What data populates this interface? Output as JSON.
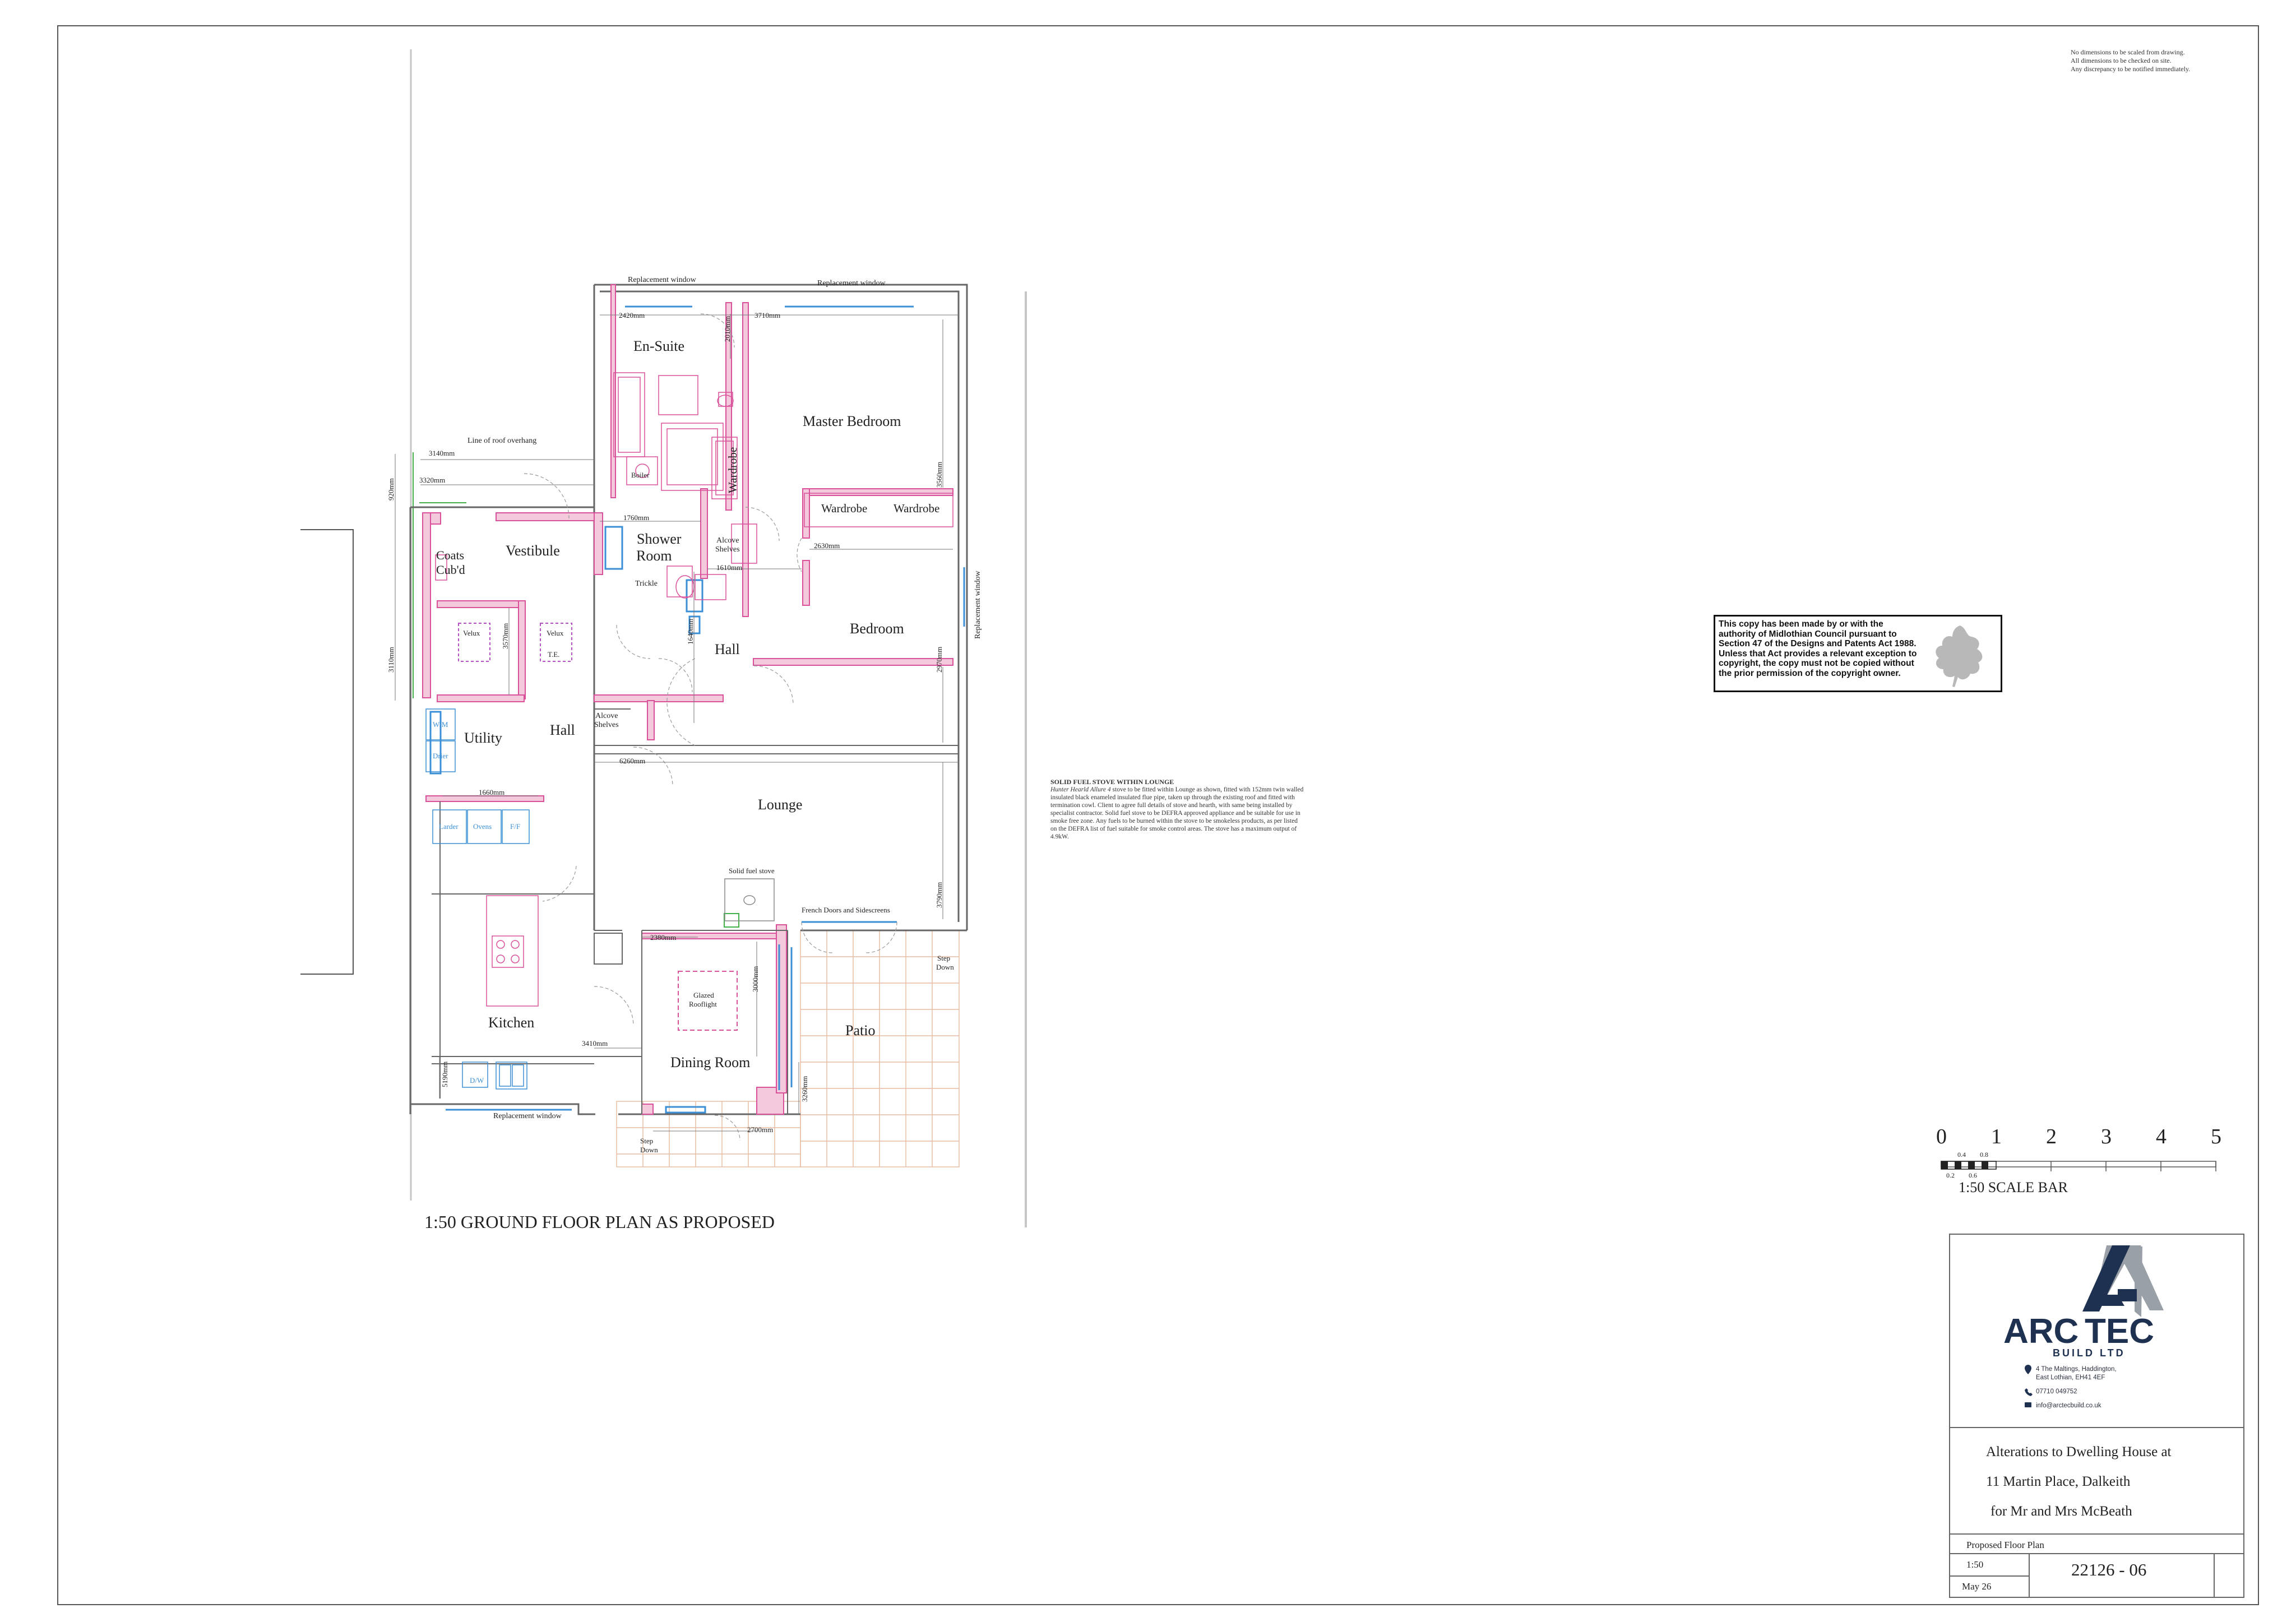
{
  "notes": [
    "No dimensions to be scaled from drawing.",
    "All dimensions to be checked on site.",
    "Any discrepancy to be notified immediately."
  ],
  "plan_title": "1:50 GROUND FLOOR PLAN AS PROPOSED",
  "rooms": {
    "en_suite": "En-Suite",
    "master_bedroom": "Master Bedroom",
    "wardrobe_v": "Wardrobe",
    "wardrobe_1": "Wardrobe",
    "wardrobe_2": "Wardrobe",
    "boiler": "Boiler",
    "shower_room_1": "Shower",
    "shower_room_2": "Room",
    "alcove_1a": "Alcove",
    "alcove_1b": "Shelves",
    "trickle": "Trickle",
    "hall_upper": "Hall",
    "bedroom": "Bedroom",
    "coats_1": "Coats",
    "coats_2": "Cub'd",
    "vestibule": "Vestibule",
    "velux_1": "Velux",
    "velux_2": "Velux",
    "te": "T.E.",
    "utility": "Utility",
    "hall_lower": "Hall",
    "alcove_2a": "Alcove",
    "alcove_2b": "Shelves",
    "wm": "W/M",
    "drier": "Drier",
    "larder": "Larder",
    "ovens": "Ovens",
    "ff": "F/F",
    "lounge": "Lounge",
    "solid_fuel_stove": "Solid fuel stove",
    "french_doors": "French Doors and Sidescreens",
    "kitchen": "Kitchen",
    "glazed_1": "Glazed",
    "glazed_2": "Rooflight",
    "dining_room": "Dining Room",
    "patio": "Patio",
    "dw": "D/W",
    "step_down_1a": "Step",
    "step_down_1b": "Down",
    "step_down_2a": "Step",
    "step_down_2b": "Down"
  },
  "labels": {
    "replacement_window_1": "Replacement window",
    "replacement_window_2": "Replacement window",
    "replacement_window_right": "Replacement window",
    "replacement_window_bottom": "Replacement window",
    "roof_overhang": "Line of roof overhang"
  },
  "dims": {
    "d2420": "2420mm",
    "d3710": "3710mm",
    "d2010": "2010mm",
    "d3560": "3560mm",
    "d3140": "3140mm",
    "d920": "920mm",
    "d3320": "3320mm",
    "d1760": "1760mm",
    "d1610": "1610mm",
    "d2630": "2630mm",
    "d1640": "1640mm",
    "d2970": "2970mm",
    "d3570": "3570mm",
    "d3110": "3110mm",
    "d6260": "6260mm",
    "d1660": "1660mm",
    "d3790": "3790mm",
    "d2380": "2380mm",
    "d3000": "3000mm",
    "d3410": "3410mm",
    "d5190": "5190mm",
    "d3260": "3260mm",
    "d2700": "2700mm"
  },
  "stove_note": {
    "heading": "SOLID FUEL STOVE WITHIN LOUNGE",
    "product": "Hunter Hearld Allure 4",
    "body": " stove to be fitted within Lounge as shown, fitted with 152mm twin walled insulated black enameled insulated flue pipe, taken up through the existing roof and fitted with termination cowl. Client to agree full details of stove and hearth, with same being installed by specialist contractor. Solid fuel stove to be DEFRA approved appliance and be suitable for use in smoke free zone. Any fuels to be burned within the stove to be smokeless products, as per listed on the DEFRA list of fuel suitable for smoke control areas.  The stove has a maximum output of 4.9kW."
  },
  "copyright": "This copy has been made by or with the authority of Midlothian Council pursuant to Section 47 of the Designs and Patents Act 1988. Unless that Act provides a relevant exception to copyright, the copy must not be copied without the prior permission of the copyright owner.",
  "scale_bar": {
    "major": [
      "0",
      "1",
      "2",
      "3",
      "4",
      "5"
    ],
    "minor_top": [
      "0.4",
      "0.8"
    ],
    "minor_bottom": [
      "0.2",
      "0.6"
    ],
    "label": "1:50 SCALE BAR"
  },
  "title_block": {
    "company_1": "ARC",
    "company_2": "TEC",
    "company_sub": "BUILD LTD",
    "address_1": "4 The Maltings, Haddington,",
    "address_2": "East Lothian, EH41 4EF",
    "phone": "07710 049752",
    "email": "info@arctecbuild.co.uk",
    "project_1": "Alterations to Dwelling House at",
    "project_2": "11 Martin Place, Dalkeith",
    "project_3": "for Mr and Mrs McBeath",
    "drawing_title": "Proposed Floor Plan",
    "scale": "1:50",
    "date": "May 26",
    "drawing_no": "22126 - 06"
  },
  "colors": {
    "wall_pink": "#d9519a",
    "wall_fill": "#f4c9dc",
    "window_blue": "#3b8fd6",
    "green": "#43b04a",
    "patio_line": "#e5bba0",
    "brand_navy": "#1f3150",
    "brand_grey": "#9aa0a8"
  }
}
